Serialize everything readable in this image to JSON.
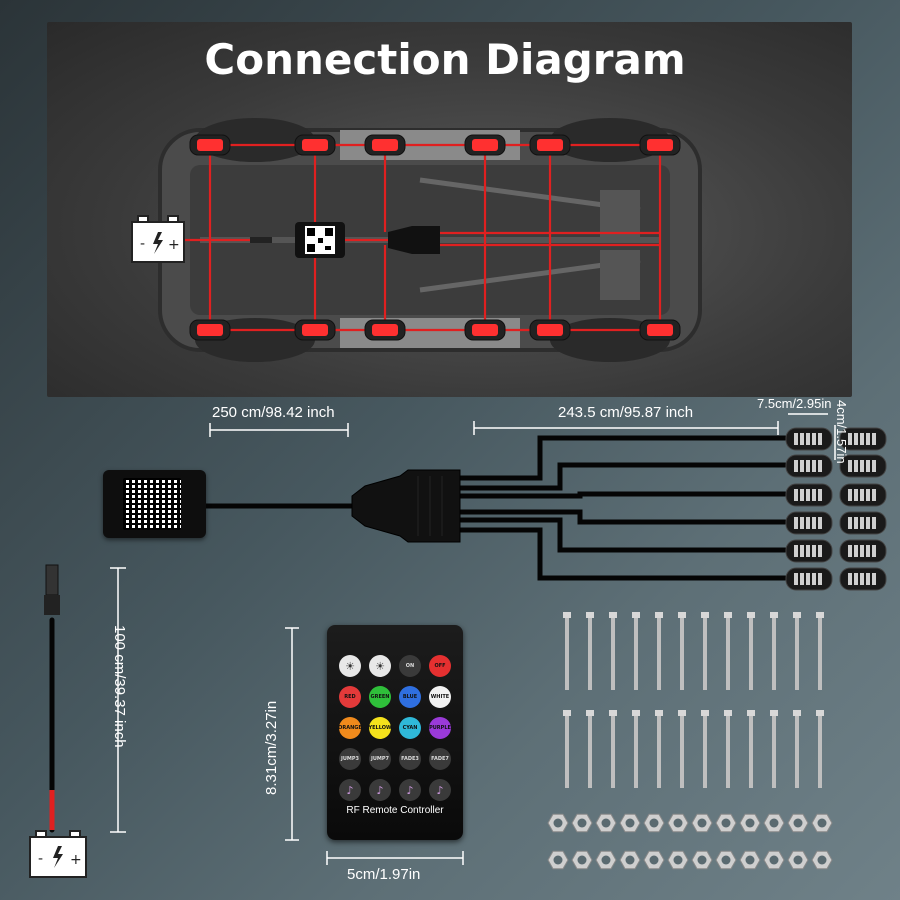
{
  "title": "Connection Diagram",
  "dimensions": {
    "cable_left": "250 cm/98.42 inch",
    "cable_right": "243.5 cm/95.87 inch",
    "light_width": "7.5cm/2.95in",
    "light_height": "4cm/1.57in",
    "power_cable": "100 cm/39.37 inch",
    "remote_height": "8.31cm/3.27in",
    "remote_width": "5cm/1.97in"
  },
  "remote": {
    "label": "RF Remote Controller",
    "keys": [
      {
        "label": "",
        "color": "#e8e8e8",
        "icon": "brightness-up-icon"
      },
      {
        "label": "",
        "color": "#e8e8e8",
        "icon": "brightness-down-icon"
      },
      {
        "label": "ON",
        "color": "#3a3a3a"
      },
      {
        "label": "OFF",
        "color": "#e53030"
      },
      {
        "label": "RED",
        "color": "#e33a3a"
      },
      {
        "label": "GREEN",
        "color": "#2fbf3a"
      },
      {
        "label": "BLUE",
        "color": "#2f6fe0"
      },
      {
        "label": "WHITE",
        "color": "#f2f2f2"
      },
      {
        "label": "ORANGE",
        "color": "#f08a1c"
      },
      {
        "label": "YELLOW",
        "color": "#f5e21c"
      },
      {
        "label": "CYAN",
        "color": "#2fb8d8"
      },
      {
        "label": "PURPLE",
        "color": "#9a3ad8"
      },
      {
        "label": "JUMP3",
        "color": "#3a3a3a"
      },
      {
        "label": "JUMP7",
        "color": "#3a3a3a"
      },
      {
        "label": "FADE3",
        "color": "#3a3a3a"
      },
      {
        "label": "FADE7",
        "color": "#3a3a3a"
      },
      {
        "label": "",
        "color": "#3a3a3a",
        "icon": "music-note-icon"
      },
      {
        "label": "",
        "color": "#3a3a3a",
        "icon": "music-note-icon"
      },
      {
        "label": "",
        "color": "#3a3a3a",
        "icon": "music-note-icon"
      },
      {
        "label": "",
        "color": "#3a3a3a",
        "icon": "music-note-icon"
      }
    ]
  },
  "colors": {
    "led_red": "#ff3030",
    "wire_red": "#e02020",
    "wire_black": "#050505"
  }
}
